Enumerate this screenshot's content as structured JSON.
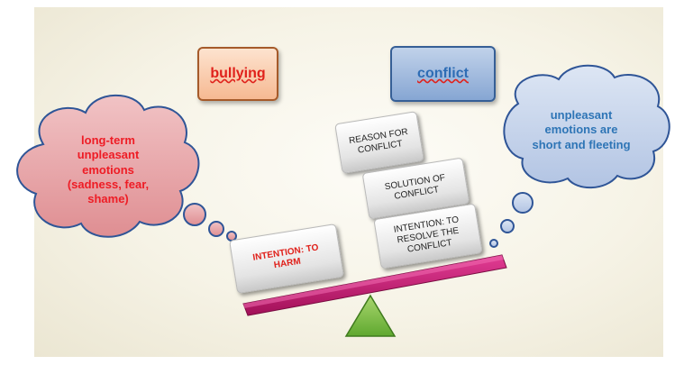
{
  "terms": {
    "bullying": "bullying",
    "conflict": "conflict"
  },
  "clouds": {
    "left": [
      "long-term",
      "unpleasant",
      "emotions",
      "(sadness, fear,",
      "shame)"
    ],
    "right": [
      "unpleasant",
      "emotions are",
      "short and fleeting"
    ]
  },
  "blocks": {
    "reason": [
      "REASON FOR",
      "CONFLICT"
    ],
    "solution": [
      "SOLUTION OF",
      "CONFLICT"
    ],
    "resolve": [
      "INTENTION: TO",
      "RESOLVE THE",
      "CONFLICT"
    ],
    "harm": [
      "INTENTION: TO",
      "HARM"
    ]
  },
  "colors": {
    "bullying_fill": "#f6b992",
    "conflict_fill": "#86a6d3",
    "cloud_left_fill": "#e8a3a6",
    "cloud_right_fill": "#c7d5ec",
    "beam": "#c0186c",
    "fulcrum": "#7cc043",
    "red_text": "#ee1c25",
    "blue_text": "#2e75b6"
  }
}
